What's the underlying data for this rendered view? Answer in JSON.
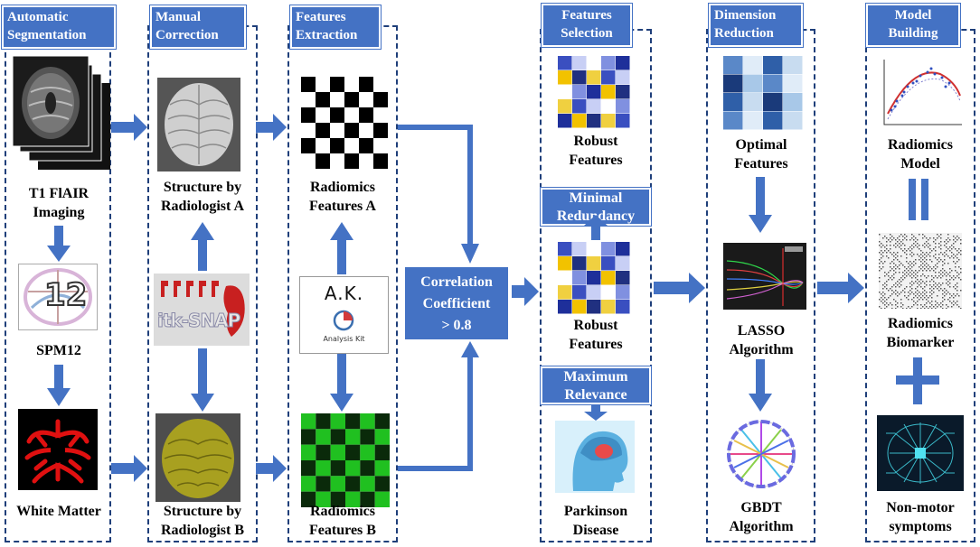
{
  "columns": {
    "auto_seg": {
      "title": "Automatic\nSegmentation"
    },
    "manual": {
      "title": "Manual\nCorrection"
    },
    "features": {
      "title": "Features\nExtraction"
    },
    "selection": {
      "title": "Features\nSelection"
    },
    "reduction": {
      "title": "Dimension\nReduction"
    },
    "model": {
      "title": "Model\nBuilding"
    }
  },
  "labels": {
    "t1": "T1 FlAIR\nImaging",
    "spm": "SPM12",
    "white_matter": "White Matter",
    "struct_a": "Structure by\nRadiologist A",
    "struct_b": "Structure by\nRadiologist B",
    "rad_a": "Radiomics\nFeatures A",
    "rad_b": "Radiomics\nFeatures B",
    "robust1": "Robust\nFeatures",
    "robust2": "Robust\nFeatures",
    "parkinson": "Parkinson\nDisease",
    "optimal": "Optimal\nFeatures",
    "lasso": "LASSO\nAlgorithm",
    "gbdt": "GBDT\nAlgorithm",
    "rad_model": "Radiomics\nModel",
    "biomarker": "Radiomics\nBiomarker",
    "nonmotor": "Non-motor\nsymptoms"
  },
  "boxes": {
    "correlation": "Correlation\nCoefficient\n> 0.8",
    "min_red": "Minimal\nRedundancy",
    "max_rel": "Maximum\nRelevance"
  },
  "logos": {
    "ak_text": "A.K.",
    "ak_sub": "Analysis Kit",
    "itksnap": "itk-SNAP",
    "spm_glyph": "12"
  },
  "colors": {
    "accent": "#4472c4",
    "border": "#1f3f7a"
  }
}
